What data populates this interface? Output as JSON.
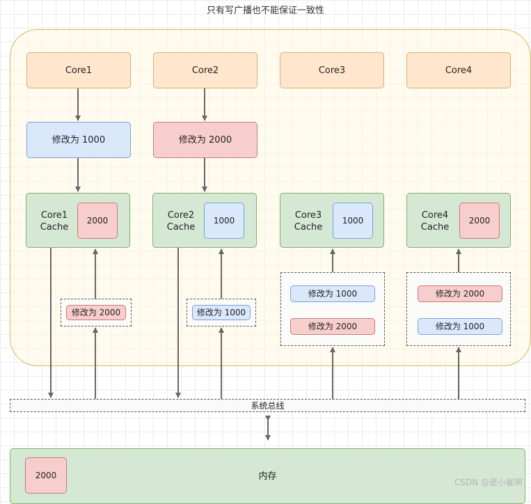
{
  "title": "只有写广播也不能保证一致性",
  "cores": [
    {
      "label": "Core1",
      "action": "修改为 1000",
      "action_color": "blue",
      "cache_label": "Core1\nCache",
      "cache_value": "2000",
      "cache_color": "red",
      "incoming": [
        "修改为 2000"
      ],
      "incoming_colors": [
        "red"
      ]
    },
    {
      "label": "Core2",
      "action": "修改为 2000",
      "action_color": "red",
      "cache_label": "Core2\nCache",
      "cache_value": "1000",
      "cache_color": "blue",
      "incoming": [
        "修改为 1000"
      ],
      "incoming_colors": [
        "blue"
      ]
    },
    {
      "label": "Core3",
      "cache_label": "Core3\nCache",
      "cache_value": "1000",
      "cache_color": "blue",
      "incoming": [
        "修改为 1000",
        "修改为 2000"
      ],
      "incoming_colors": [
        "blue",
        "red"
      ]
    },
    {
      "label": "Core4",
      "cache_label": "Core4\nCache",
      "cache_value": "2000",
      "cache_color": "red",
      "incoming": [
        "修改为 2000",
        "修改为 1000"
      ],
      "incoming_colors": [
        "red",
        "blue"
      ]
    }
  ],
  "bus_label": "系统总线",
  "memory": {
    "label": "内存",
    "value": "2000"
  },
  "watermark": "CSDN @是小崔啊",
  "colors": {
    "core_fill": "#ffe6cc",
    "blue_fill": "#dae8fc",
    "red_fill": "#f8cecc",
    "green_fill": "#d5e8d4",
    "group_border": "#d6b656",
    "arrow": "#666666"
  }
}
